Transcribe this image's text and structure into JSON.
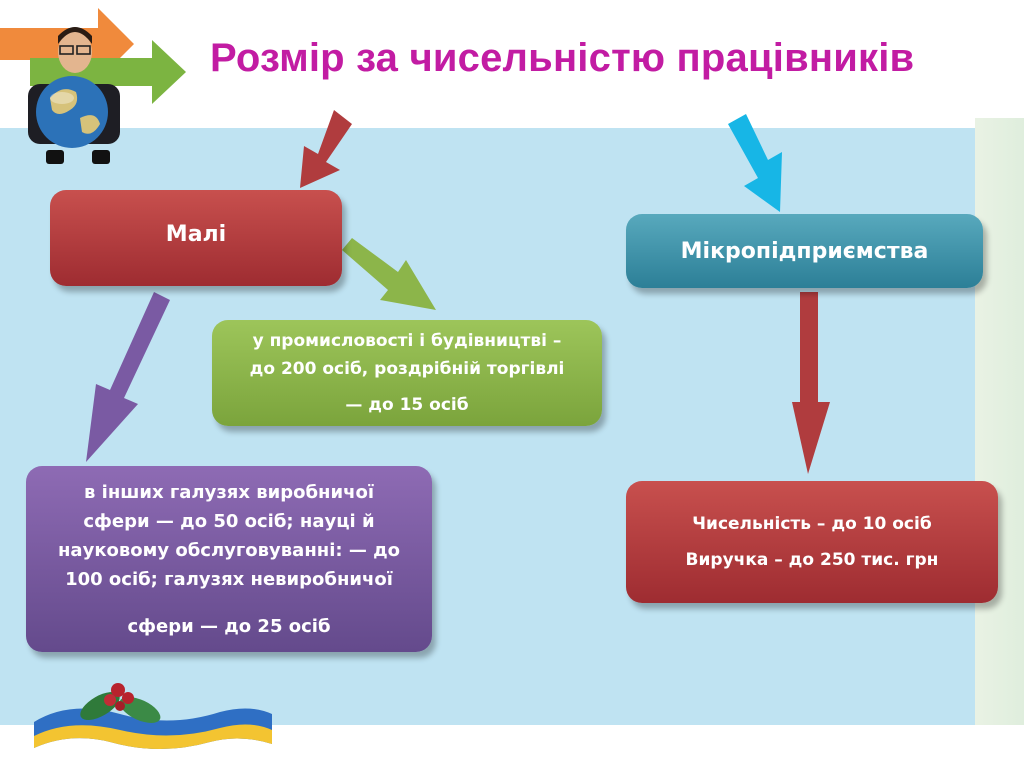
{
  "title": "Розмір за чисельністю працівників",
  "nodes": {
    "mali": "Малі",
    "micro": "Мікропідприємства",
    "green_box": {
      "line1": "у промисловості і будівництві –",
      "line2": "до 200 осіб, роздрібній торгівлі",
      "line3": "— до 15 осіб"
    },
    "purple_box": {
      "line1": "в інших галузях виробничої",
      "line2": "сфери — до 50 осіб; науці й",
      "line3": "науковому обслуговуванні: — до",
      "line4": "100 осіб; галузях невиробничої",
      "line5": "сфери — до 25 осіб"
    },
    "micro_box": {
      "line1": "Чисельність – до 10 осіб",
      "line2": "Виручка – до 250 тис. грн"
    }
  },
  "colors": {
    "title": "#c21ca3",
    "red": "#b03c3e",
    "teal": "#3e93ab",
    "green": "#8cb54a",
    "purple": "#7a5aa3",
    "background": "#bfe3f2"
  },
  "icons": [
    "businessman-globe-icon",
    "orange-arrow-icon",
    "green-arrow-icon",
    "holly-decoration-icon",
    "ribbon-icon"
  ]
}
